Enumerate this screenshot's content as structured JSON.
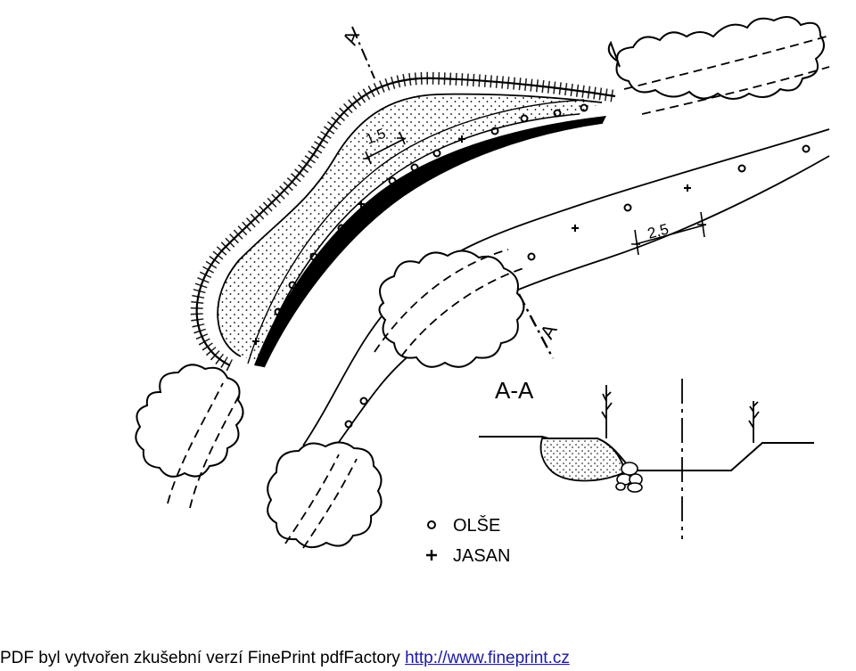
{
  "diagram": {
    "section_mark_top": "A",
    "section_mark_bottom": "A",
    "dimension_small": "1,5",
    "dimension_large": "2,5",
    "section_title": "A-A",
    "legend": [
      {
        "symbol": "o",
        "label": "OLŠE",
        "icon": "circle-icon"
      },
      {
        "symbol": "+",
        "label": "JASAN",
        "icon": "plus-icon"
      }
    ]
  },
  "footer": {
    "text": "PDF byl vytvořen zkušební verzí FinePrint pdfFactory",
    "link": "http://www.fineprint.cz"
  }
}
